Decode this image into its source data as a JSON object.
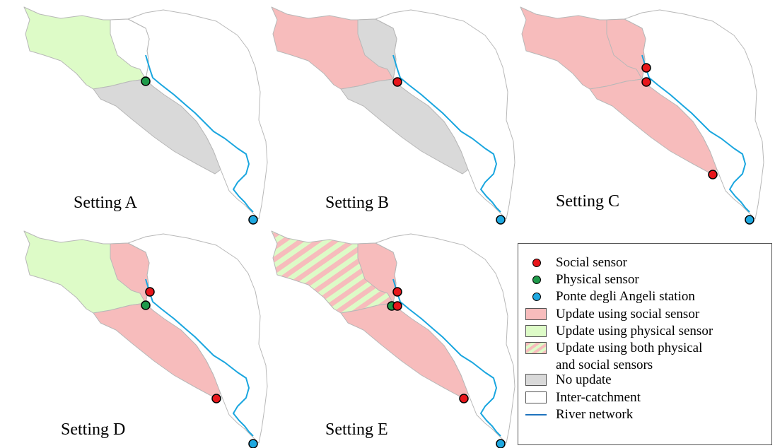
{
  "panels": [
    {
      "id": "A",
      "label": "Setting A",
      "fill_up": "none",
      "fill_west": "physical",
      "fill_north": "none",
      "fill_south": "none",
      "sensors": [
        "physical_main"
      ]
    },
    {
      "id": "B",
      "label": "Setting B",
      "fill_up": "none",
      "fill_west": "social",
      "fill_north": "none",
      "fill_south": "none",
      "sensors": [
        "social_main"
      ]
    },
    {
      "id": "C",
      "label": "Setting C",
      "fill_up": "none",
      "fill_west": "social",
      "fill_north": "social",
      "fill_south": "social",
      "sensors": [
        "social_north",
        "social_main",
        "social_south"
      ]
    },
    {
      "id": "D",
      "label": "Setting D",
      "fill_up": "none",
      "fill_west": "physical",
      "fill_north": "social",
      "fill_south": "social",
      "sensors": [
        "social_north",
        "physical_main",
        "social_south"
      ]
    },
    {
      "id": "E",
      "label": "Setting E",
      "fill_up": "none",
      "fill_west": "both",
      "fill_north": "social",
      "fill_south": "social",
      "sensors": [
        "social_north",
        "physical_main_left",
        "social_main",
        "social_south"
      ]
    }
  ],
  "legend": {
    "items": [
      {
        "kind": "dot",
        "style": "social",
        "label": "Social sensor"
      },
      {
        "kind": "dot",
        "style": "physical",
        "label": "Physical sensor"
      },
      {
        "kind": "dot",
        "style": "station",
        "label": "Ponte degli Angeli station"
      },
      {
        "kind": "box",
        "style": "social",
        "label": "Update using social sensor"
      },
      {
        "kind": "box",
        "style": "physical",
        "label": "Update using physical sensor"
      },
      {
        "kind": "box",
        "style": "both",
        "label": "Update using both physical"
      },
      {
        "kind": "text",
        "style": "both",
        "label": "and social sensors"
      },
      {
        "kind": "box",
        "style": "none",
        "label": "No update"
      },
      {
        "kind": "box",
        "style": "inter",
        "label": "Inter-catchment"
      },
      {
        "kind": "line",
        "style": "river",
        "label": "River network"
      }
    ]
  },
  "colors": {
    "social": "#f7bcbc",
    "physical": "#ddfbc7",
    "none": "#d9d9d9",
    "inter": "#ffffff",
    "outline": "#b8b8b8",
    "river": "#1aa6df",
    "social_sensor": "#e8161b",
    "physical_sensor": "#1f9a4a",
    "station": "#1fa8e0"
  }
}
